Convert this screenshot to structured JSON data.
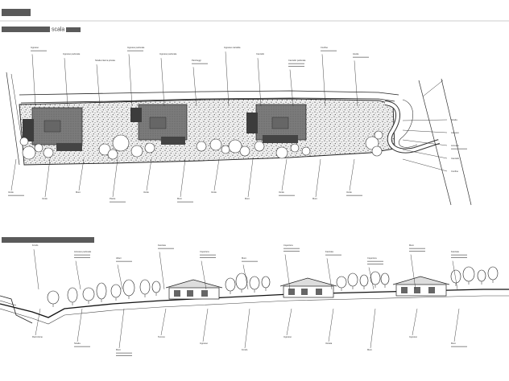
{
  "sheet": {
    "top_label": "",
    "plan_title_suffix": "scala",
    "section_title": ""
  },
  "plan": {
    "callouts_top": [
      {
        "text": "Ingresso",
        "lines": 2
      },
      {
        "text": "Ingresso pedonale",
        "lines": 1
      },
      {
        "text": "Strada interna privata",
        "lines": 1
      },
      {
        "text": "Ingresso pedonale",
        "lines": 2
      },
      {
        "text": "Ingresso pedonale",
        "lines": 1
      },
      {
        "text": "Parcheggi",
        "lines": 2
      },
      {
        "text": "Ingresso carrabile",
        "lines": 1
      },
      {
        "text": "Cancello",
        "lines": 1
      },
      {
        "text": "Cancello pedonale",
        "lines": 3
      },
      {
        "text": "Confine",
        "lines": 2
      },
      {
        "text": "Aiuola",
        "lines": 2
      }
    ],
    "callouts_bottom": [
      {
        "text": "Verde",
        "lines": 2
      },
      {
        "text": "Verde",
        "lines": 1
      },
      {
        "text": "Muro",
        "lines": 1
      },
      {
        "text": "Piante",
        "lines": 2
      },
      {
        "text": "Verde",
        "lines": 1
      },
      {
        "text": "Muro",
        "lines": 2
      },
      {
        "text": "Verde",
        "lines": 1
      },
      {
        "text": "Muro",
        "lines": 1
      },
      {
        "text": "Verde",
        "lines": 2
      },
      {
        "text": "Muro",
        "lines": 1
      },
      {
        "text": "Verde",
        "lines": 2
      }
    ],
    "callouts_right": [
      {
        "text": "Strada",
        "lines": 1
      },
      {
        "text": "Accesso",
        "lines": 1
      },
      {
        "text": "Accesso",
        "lines": 2
      },
      {
        "text": "Cancello",
        "lines": 1
      },
      {
        "text": "Confine",
        "lines": 1
      }
    ]
  },
  "elevation": {
    "callouts_top": [
      {
        "text": "Fondo",
        "lines": 1
      },
      {
        "text": "Accesso pedonale",
        "lines": 3
      },
      {
        "text": "Alberi",
        "lines": 2
      },
      {
        "text": "Facciata",
        "lines": 2
      },
      {
        "text": "Copertura",
        "lines": 3
      },
      {
        "text": "Muro",
        "lines": 2
      },
      {
        "text": "Copertura",
        "lines": 3
      },
      {
        "text": "Facciata",
        "lines": 2
      },
      {
        "text": "Copertura",
        "lines": 3
      },
      {
        "text": "Muro",
        "lines": 3
      },
      {
        "text": "Facciata",
        "lines": 3
      }
    ],
    "callouts_bottom": [
      {
        "text": "Recinzione",
        "lines": 1
      },
      {
        "text": "Strada",
        "lines": 2
      },
      {
        "text": "Muro",
        "lines": 3
      },
      {
        "text": "Terreno",
        "lines": 1
      },
      {
        "text": "Ingresso",
        "lines": 1
      },
      {
        "text": "Fondo",
        "lines": 1
      },
      {
        "text": "Ingresso",
        "lines": 1
      },
      {
        "text": "Vetrata",
        "lines": 1
      },
      {
        "text": "Muro",
        "lines": 1
      },
      {
        "text": "Ingresso",
        "lines": 1
      },
      {
        "text": "Muro",
        "lines": 2
      }
    ]
  }
}
